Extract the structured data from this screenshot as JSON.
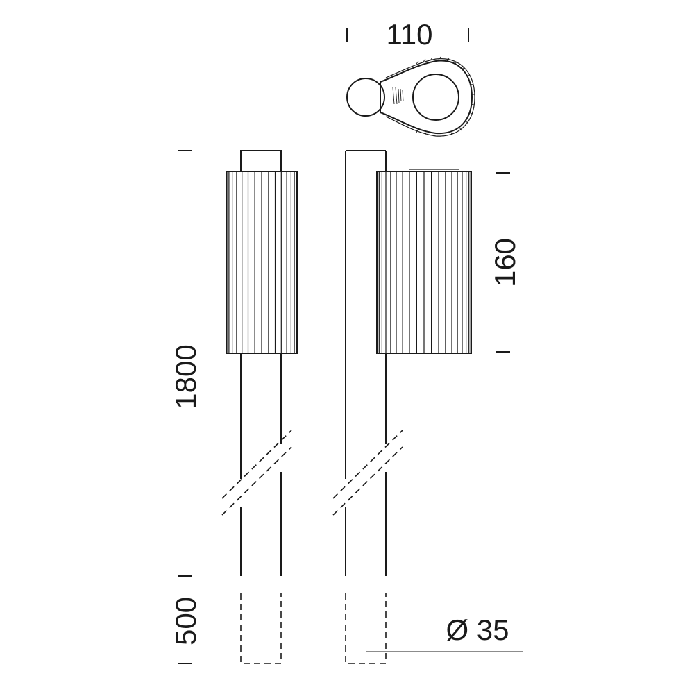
{
  "dimensions": {
    "head_width": "110",
    "head_height": "160",
    "total_height": "1800",
    "ground_depth": "500",
    "pole_diameter": "Ø 35"
  },
  "colors": {
    "line": "#1a1a1a",
    "background": "#ffffff"
  }
}
